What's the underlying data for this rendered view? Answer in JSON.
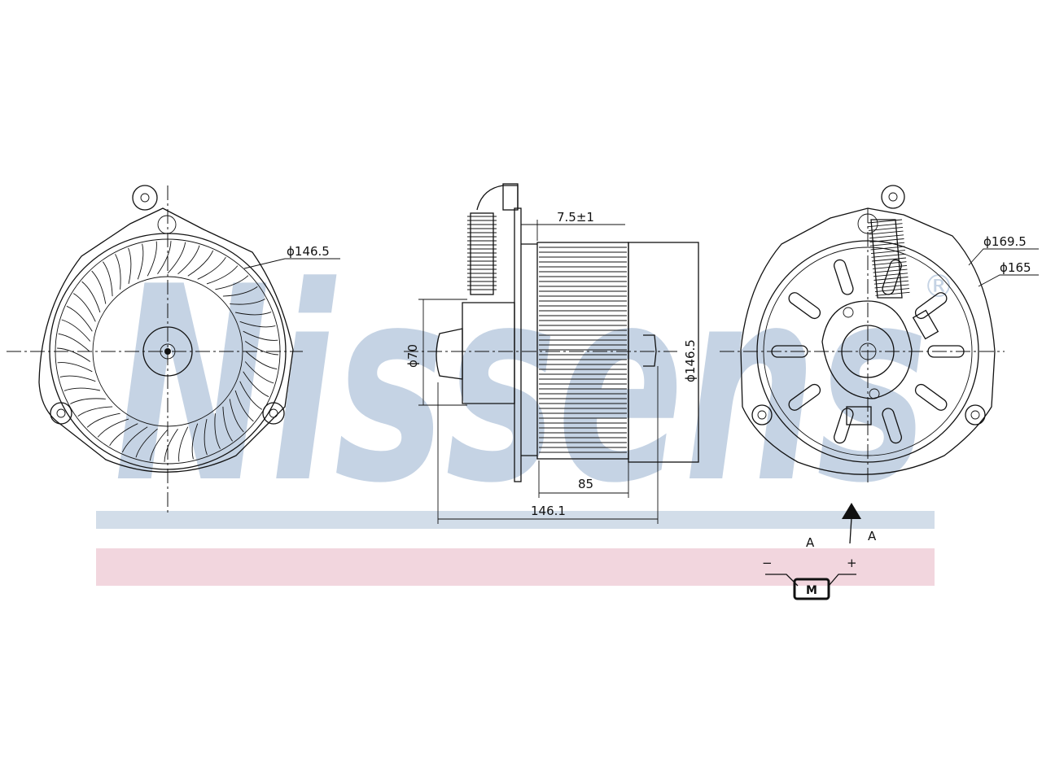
{
  "watermark": {
    "brand": "Nissens",
    "registered_mark": "®",
    "colors": {
      "letters": "#c5d3e4",
      "upper_band": "#d2dde9",
      "lower_band": "#f2d6de"
    }
  },
  "dimensions": {
    "front_impeller_diameter": "ϕ146.5",
    "side_flange_gap": "7.5±1",
    "side_motor_diameter": "ϕ70",
    "side_wheel_diameter": "ϕ146.5",
    "side_wheel_width": "85",
    "side_overall_length": "146.1",
    "rear_outer_diameter": "ϕ169.5",
    "rear_inner_diameter": "ϕ165"
  },
  "view_marker": {
    "left": "A",
    "right": "A"
  },
  "connector": {
    "minus": "−",
    "plus": "+",
    "label": "M"
  }
}
